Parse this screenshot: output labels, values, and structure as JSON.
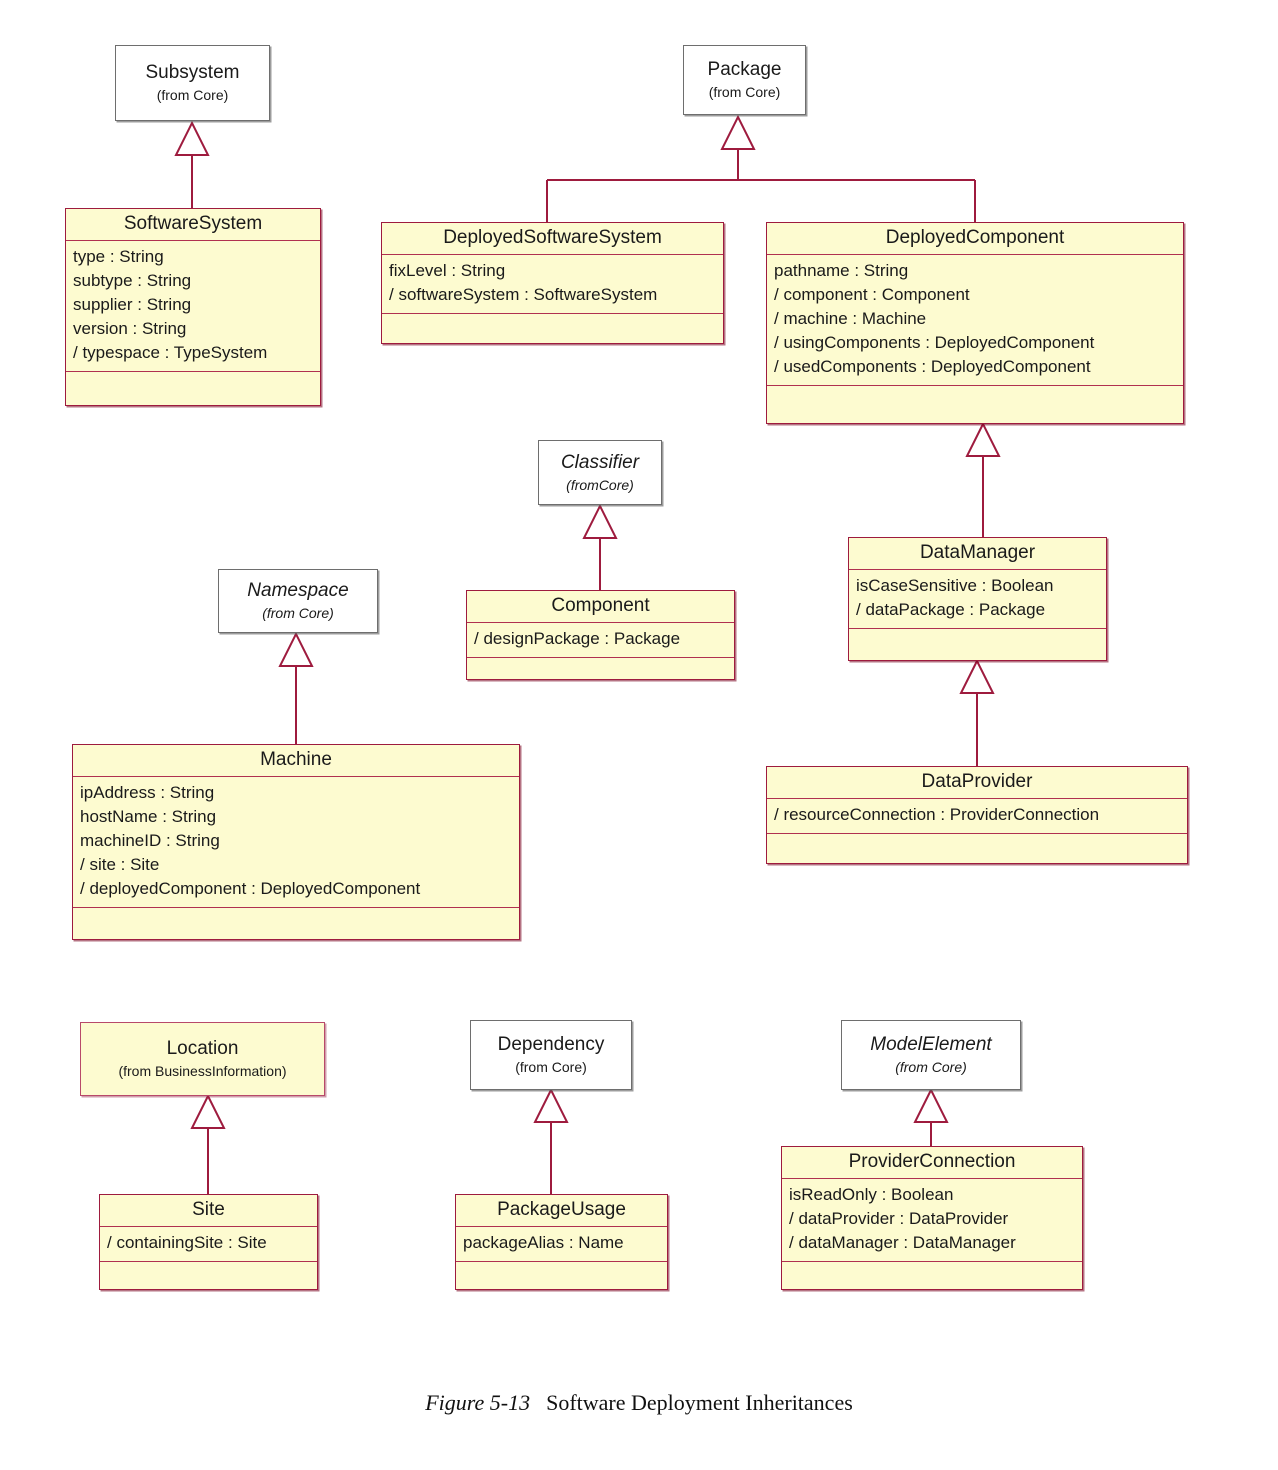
{
  "figure": {
    "number": "Figure 5-13",
    "title": "Software Deployment Inheritances"
  },
  "colors": {
    "class_fill": "#fdfbd0",
    "class_border": "#9e1b3e",
    "ref_fill": "#ffffff",
    "ref_border": "#6e6e6e",
    "edge": "#9e1b3e",
    "background": "#ffffff"
  },
  "nodes": {
    "subsystem": {
      "name": "Subsystem",
      "stereotype": "(from Core)",
      "kind": "reference",
      "abstract": false
    },
    "package": {
      "name": "Package",
      "stereotype": "(from Core)",
      "kind": "reference",
      "abstract": false
    },
    "classifier": {
      "name": "Classifier",
      "stereotype": "(fromCore)",
      "kind": "reference",
      "abstract": true
    },
    "namespace": {
      "name": "Namespace",
      "stereotype": "(from Core)",
      "kind": "reference",
      "abstract": true
    },
    "dependency": {
      "name": "Dependency",
      "stereotype": "(from Core)",
      "kind": "reference",
      "abstract": false
    },
    "modelelement": {
      "name": "ModelElement",
      "stereotype": "(from Core)",
      "kind": "reference",
      "abstract": true
    },
    "location": {
      "name": "Location",
      "stereotype": "(from BusinessInformation)",
      "kind": "simple"
    },
    "softwaresystem": {
      "name": "SoftwareSystem",
      "kind": "class",
      "attributes": [
        "type : String",
        "subtype : String",
        "supplier : String",
        "version : String",
        "/ typespace : TypeSystem"
      ],
      "operations": []
    },
    "deployedsoftwaresystem": {
      "name": "DeployedSoftwareSystem",
      "kind": "class",
      "attributes": [
        "fixLevel : String",
        "/ softwareSystem : SoftwareSystem"
      ],
      "operations": []
    },
    "deployedcomponent": {
      "name": "DeployedComponent",
      "kind": "class",
      "attributes": [
        "pathname : String",
        "/ component : Component",
        "/ machine : Machine",
        "/ usingComponents : DeployedComponent",
        "/ usedComponents : DeployedComponent"
      ],
      "operations": []
    },
    "component": {
      "name": "Component",
      "kind": "class",
      "attributes": [
        "/ designPackage : Package"
      ],
      "operations": []
    },
    "datamanager": {
      "name": "DataManager",
      "kind": "class",
      "attributes": [
        "isCaseSensitive : Boolean",
        "/ dataPackage : Package"
      ],
      "operations": []
    },
    "dataprovider": {
      "name": "DataProvider",
      "kind": "class",
      "attributes": [
        "/ resourceConnection : ProviderConnection"
      ],
      "operations": []
    },
    "machine": {
      "name": "Machine",
      "kind": "class",
      "attributes": [
        "ipAddress : String",
        "hostName : String",
        "machineID : String",
        "/ site : Site",
        "/ deployedComponent : DeployedComponent"
      ],
      "operations": []
    },
    "site": {
      "name": "Site",
      "kind": "class",
      "attributes": [
        "/ containingSite : Site"
      ],
      "operations": []
    },
    "packageusage": {
      "name": "PackageUsage",
      "kind": "class",
      "attributes": [
        "packageAlias : Name"
      ],
      "operations": []
    },
    "providerconnection": {
      "name": "ProviderConnection",
      "kind": "class",
      "attributes": [
        "isReadOnly : Boolean",
        "/ dataProvider : DataProvider",
        "/ dataManager : DataManager"
      ],
      "operations": []
    }
  },
  "generalizations": [
    {
      "child": "softwaresystem",
      "parent": "subsystem"
    },
    {
      "child": "deployedsoftwaresystem",
      "parent": "package"
    },
    {
      "child": "deployedcomponent",
      "parent": "package"
    },
    {
      "child": "component",
      "parent": "classifier"
    },
    {
      "child": "machine",
      "parent": "namespace"
    },
    {
      "child": "datamanager",
      "parent": "deployedcomponent"
    },
    {
      "child": "dataprovider",
      "parent": "datamanager"
    },
    {
      "child": "site",
      "parent": "location"
    },
    {
      "child": "packageusage",
      "parent": "dependency"
    },
    {
      "child": "providerconnection",
      "parent": "modelelement"
    }
  ]
}
